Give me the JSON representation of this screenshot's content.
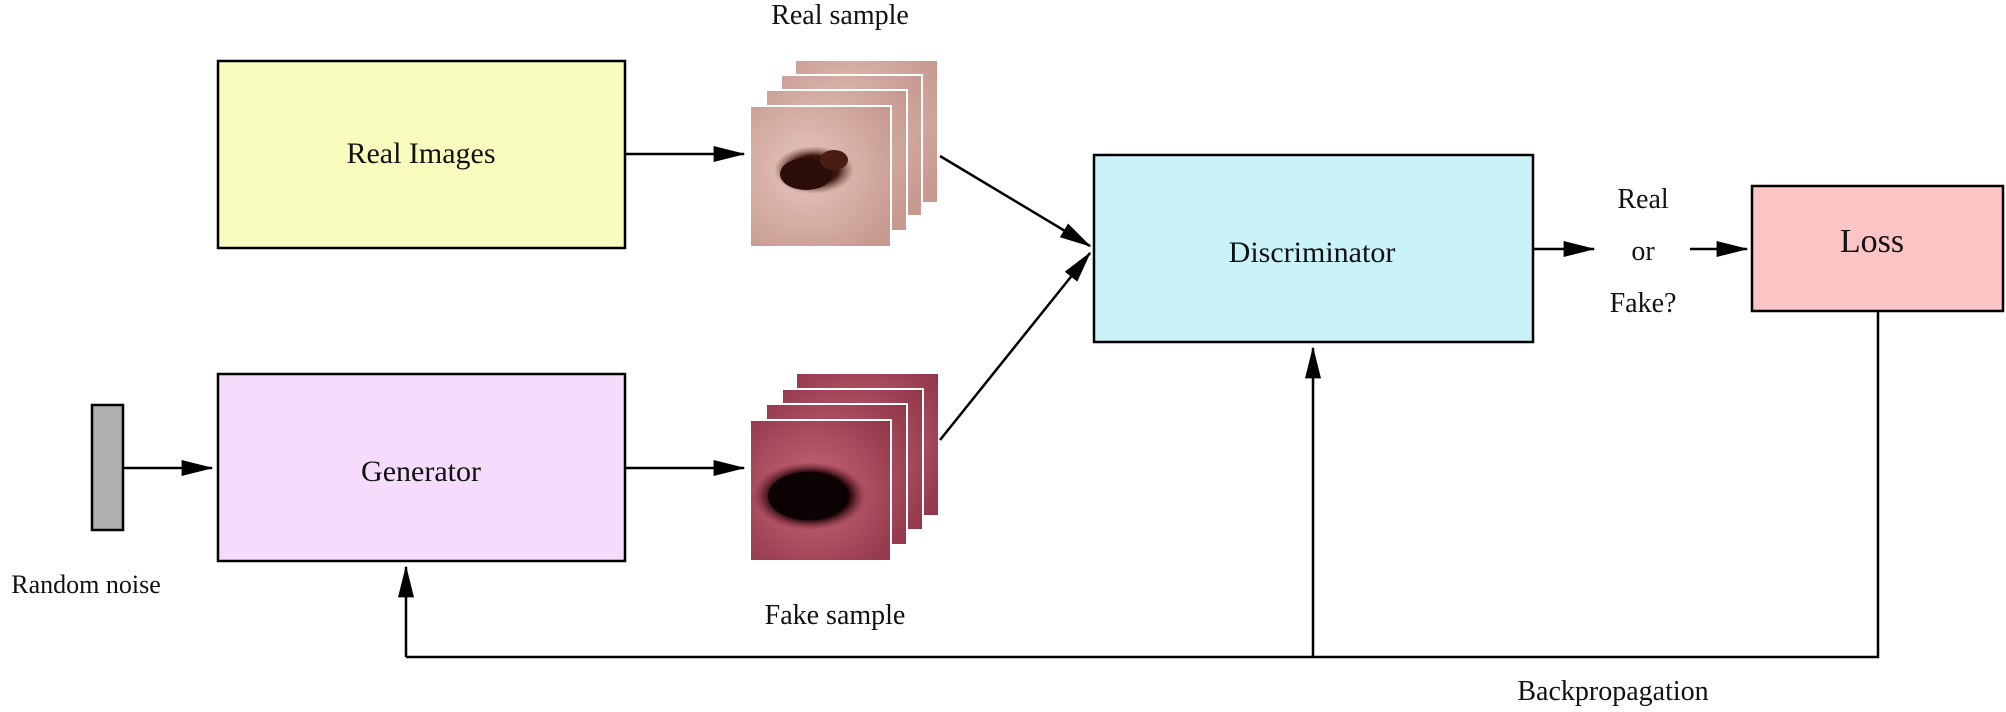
{
  "diagram": {
    "blocks": {
      "real_images": {
        "label": "Real Images",
        "fill": "#f8fcbc"
      },
      "generator": {
        "label": "Generator",
        "fill": "#f5dbfc"
      },
      "discriminator": {
        "label": "Discriminator",
        "fill": "#c9f2f9"
      },
      "loss": {
        "label": "Loss",
        "fill": "#fcc4c4"
      },
      "noise": {
        "fill": "#b0b0b0"
      }
    },
    "labels": {
      "real_sample": "Real sample",
      "fake_sample": "Fake sample",
      "random_noise": "Random noise",
      "decision": [
        "Real",
        "or",
        "Fake?"
      ],
      "backpropagation": "Backpropagation"
    },
    "colors": {
      "stroke": "#000000",
      "real_skin": "#dcb4aa",
      "real_lesion": "#3a1410",
      "fake_skin": "#a8455a",
      "fake_lesion": "#160406"
    }
  }
}
